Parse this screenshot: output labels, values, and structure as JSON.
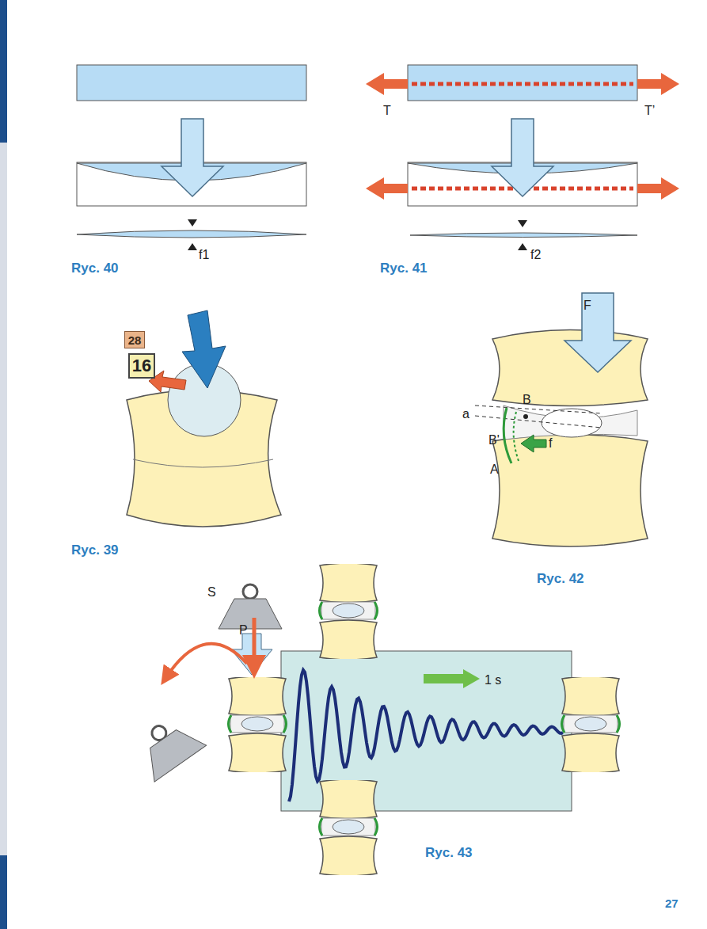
{
  "diagram": {
    "nodes": [
      {
        "text": [
          "28"
        ]
      },
      {
        "text": [
          "16"
        ]
      }
    ],
    "labels": [
      "T",
      "T’",
      "f1",
      "Ryc. 40",
      "f2",
      "Ryc. 41",
      "F",
      "a",
      "B",
      "B'",
      "f",
      "A",
      "Ryc. 39",
      "Ryc. 42",
      "S",
      "P",
      "1 s",
      "Ryc. 43",
      "27"
    ]
  }
}
